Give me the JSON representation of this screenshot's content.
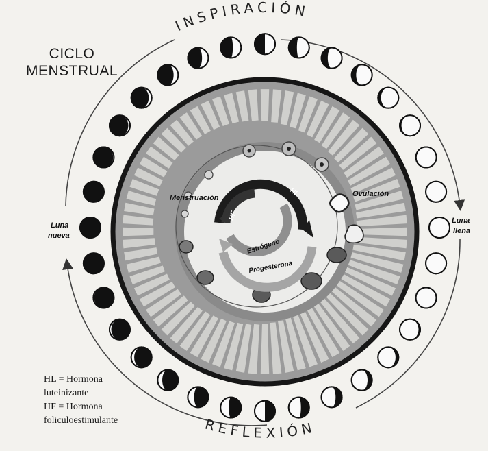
{
  "title": {
    "line1": "CICLO",
    "line2": "MENSTRUAL"
  },
  "arc_top": "INSPIRACIÓN",
  "arc_bottom": "REFLEXIÓN",
  "side_left": {
    "line1": "Luna",
    "line2": "nueva"
  },
  "side_right": {
    "line1": "Luna",
    "line2": "llena"
  },
  "inner": {
    "menstruation": "Menstruación",
    "ovulation": "Ovulación",
    "hl": "HL",
    "hf": "HF",
    "estrogen": "Estrógeno",
    "progesterone": "Progesterona"
  },
  "legend": {
    "hl_line1": "HL = Hormona",
    "hl_line2": "luteinizante",
    "hf_line1": "HF = Hormona",
    "hf_line2": "foliculoestimulante"
  },
  "colors": {
    "background": "#f3f2ee",
    "ink": "#111111",
    "endometrium": "#8e8e8e",
    "ring": "#1a1a1a"
  },
  "moon_phases_count": 32
}
